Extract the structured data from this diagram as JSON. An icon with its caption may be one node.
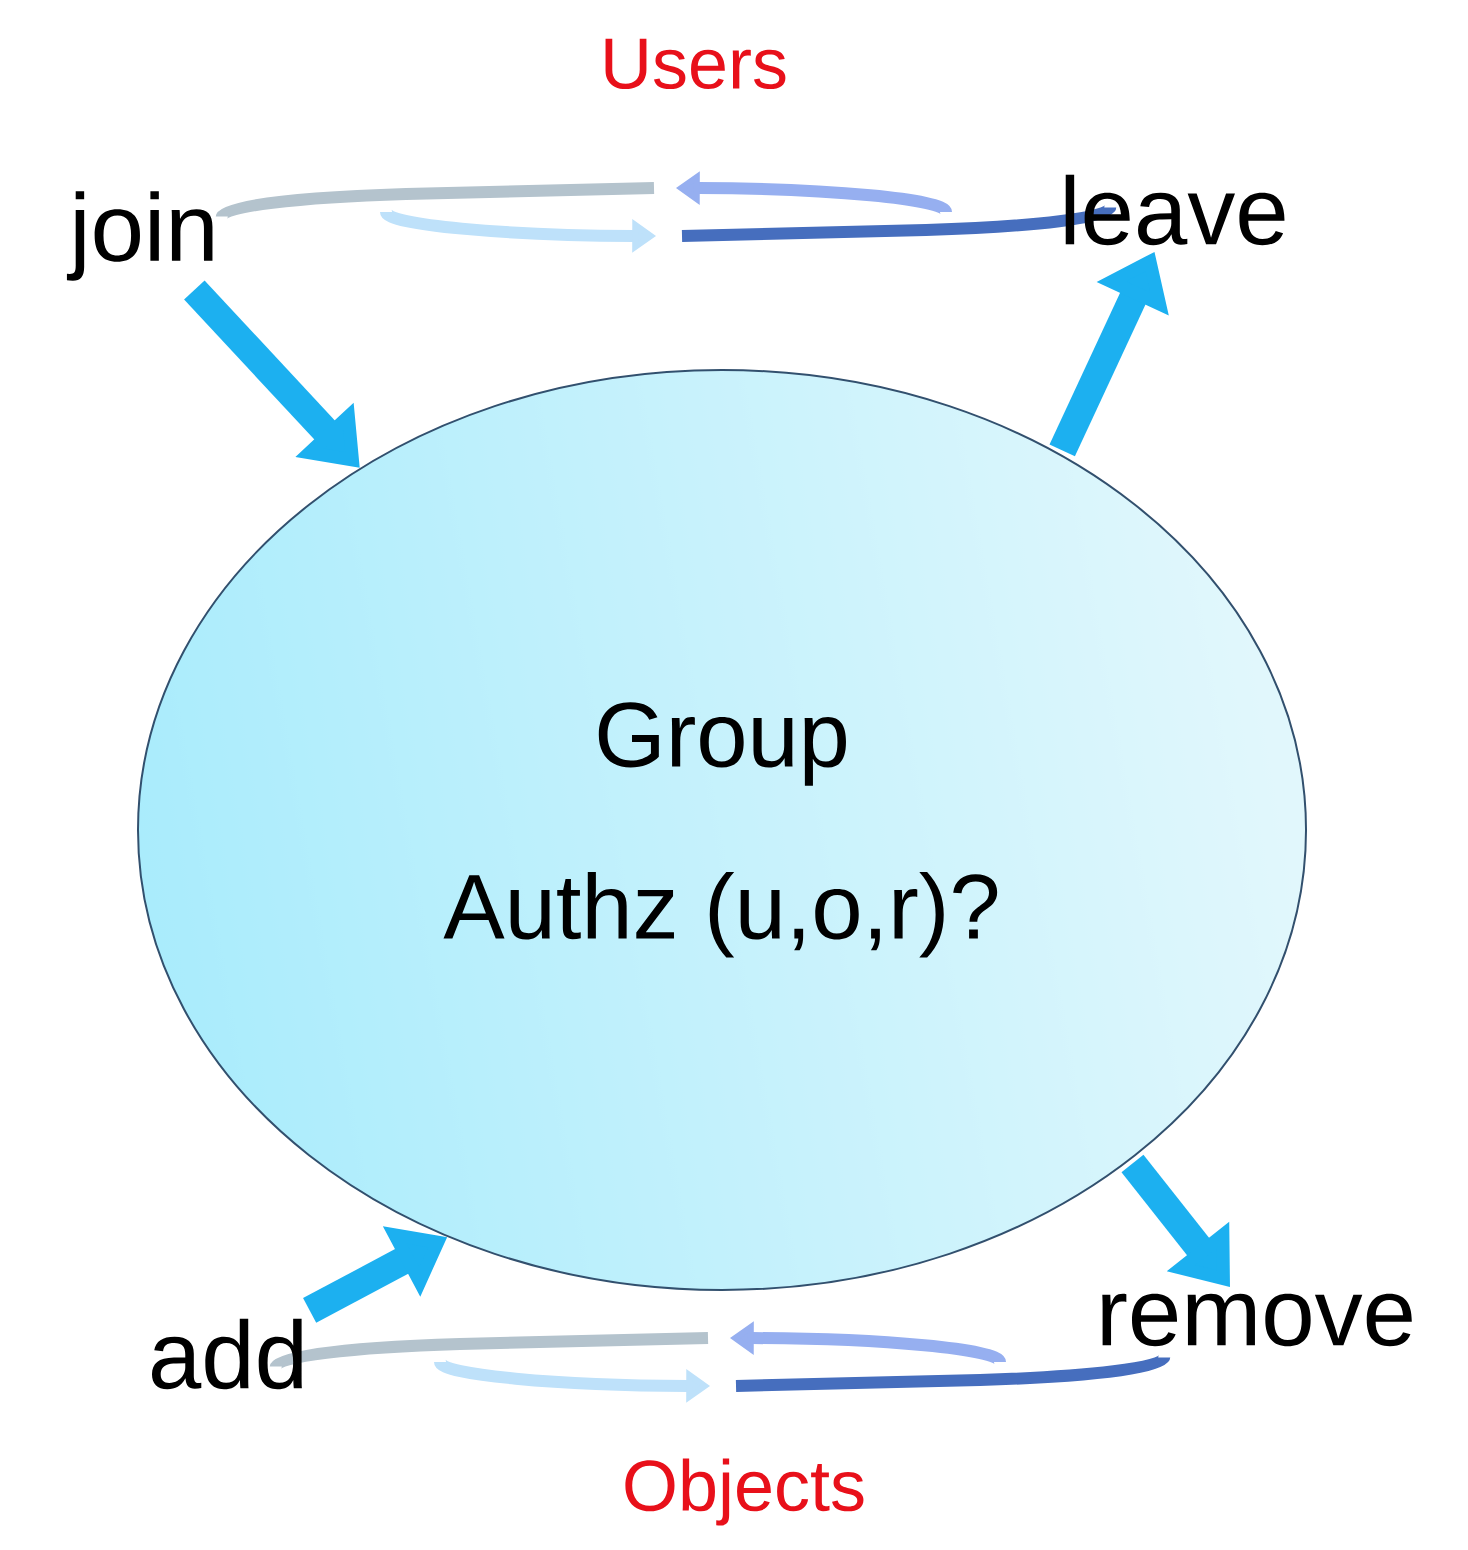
{
  "diagram": {
    "nodes": [
      {
        "text": [
          "Group",
          "Authz (u,o,r)?"
        ]
      },
      {
        "text": [
          "join"
        ]
      },
      {
        "text": [
          "leave"
        ]
      },
      {
        "text": [
          "add"
        ]
      },
      {
        "text": [
          "remove"
        ]
      }
    ],
    "edges": [
      {
        "from": 1,
        "to": 0,
        "arrow": "to"
      },
      {
        "from": 0,
        "to": 2,
        "arrow": "to"
      },
      {
        "from": 3,
        "to": 0,
        "arrow": "to"
      },
      {
        "from": 0,
        "to": 4,
        "arrow": "to"
      }
    ],
    "labels": [
      "Users",
      "Objects"
    ]
  }
}
